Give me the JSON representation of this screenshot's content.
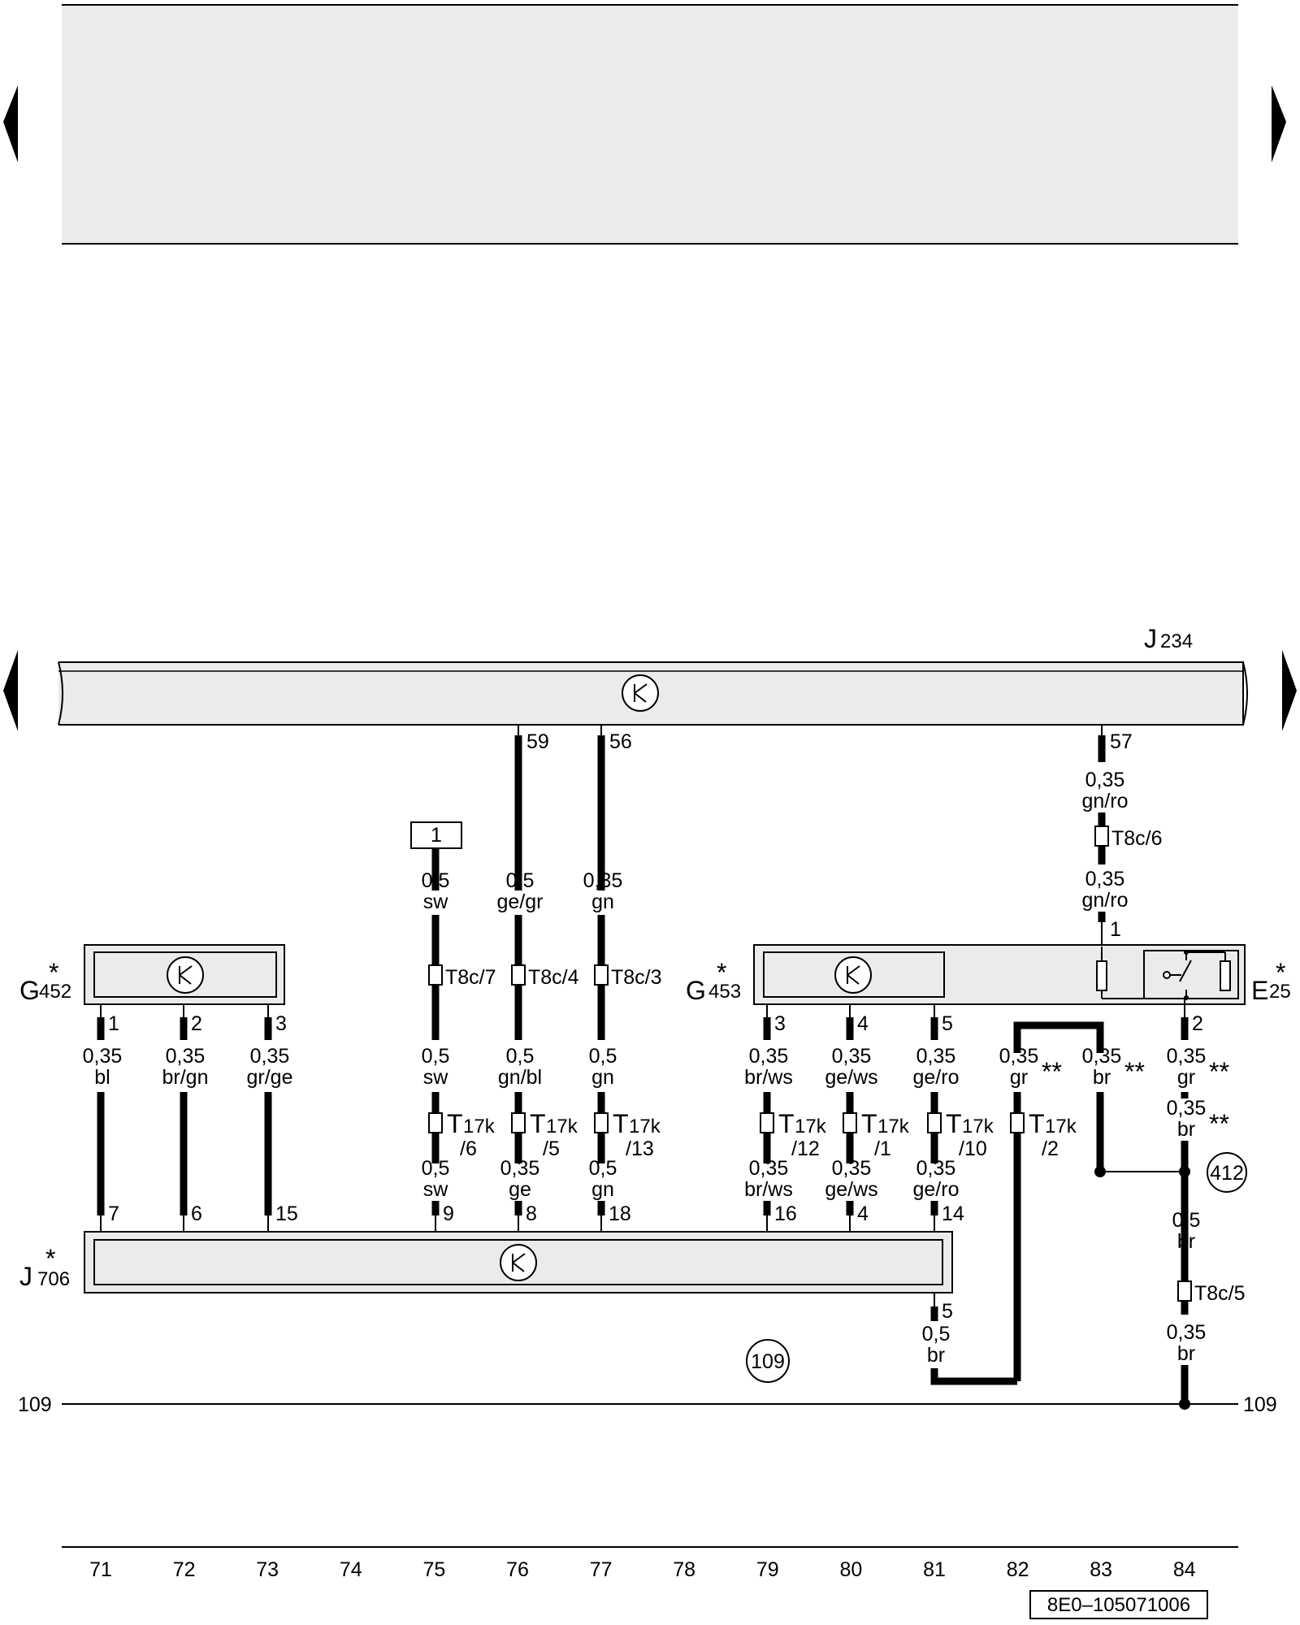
{
  "nav": {
    "prev_label": "previous page",
    "next_label": "next page"
  },
  "components": {
    "J234": {
      "letter": "J",
      "sub": "234"
    },
    "G452": {
      "letter": "G",
      "sub": "452",
      "star": "*"
    },
    "G453": {
      "letter": "G",
      "sub": "453",
      "star": "*"
    },
    "E25": {
      "letter": "E",
      "sub": "25",
      "star": "*"
    },
    "J706": {
      "letter": "J",
      "sub": "706",
      "star": "*"
    }
  },
  "pins_top": {
    "p59": "59",
    "p56": "56",
    "p57": "57"
  },
  "pins_g452": {
    "p1": "1",
    "p2": "2",
    "p3": "3"
  },
  "pins_g453": {
    "p3": "3",
    "p4": "4",
    "p5": "5"
  },
  "pins_e25": {
    "p1": "1",
    "p2": "2"
  },
  "pins_j706": {
    "p7": "7",
    "p6": "6",
    "p15": "15",
    "p9": "9",
    "p8": "8",
    "p18": "18",
    "p16": "16",
    "p4": "4",
    "p14": "14",
    "p5": "5"
  },
  "box_ref": "1",
  "wires": {
    "w75a": {
      "size": "0,5",
      "color": "sw"
    },
    "w76a": {
      "size": "0,5",
      "color": "ge/gr"
    },
    "w77a": {
      "size": "0,35",
      "color": "gn"
    },
    "w84a": {
      "size": "0,35",
      "color": "gn/ro"
    },
    "w84b": {
      "size": "0,35",
      "color": "gn/ro"
    },
    "w71": {
      "size": "0,35",
      "color": "bl"
    },
    "w72": {
      "size": "0,35",
      "color": "br/gn"
    },
    "w73": {
      "size": "0,35",
      "color": "gr/ge"
    },
    "w75b": {
      "size": "0,5",
      "color": "sw"
    },
    "w76b": {
      "size": "0,5",
      "color": "gn/bl"
    },
    "w77b": {
      "size": "0,5",
      "color": "gn"
    },
    "w75c": {
      "size": "0,5",
      "color": "sw"
    },
    "w76c": {
      "size": "0,35",
      "color": "ge"
    },
    "w77c": {
      "size": "0,5",
      "color": "gn"
    },
    "w79a": {
      "size": "0,35",
      "color": "br/ws"
    },
    "w80a": {
      "size": "0,35",
      "color": "ge/ws"
    },
    "w81a": {
      "size": "0,35",
      "color": "ge/ro"
    },
    "w79b": {
      "size": "0,35",
      "color": "br/ws"
    },
    "w80b": {
      "size": "0,35",
      "color": "ge/ws"
    },
    "w81b": {
      "size": "0,35",
      "color": "ge/ro"
    },
    "w82": {
      "size": "0,35",
      "color": "gr",
      "mark": "**"
    },
    "w83": {
      "size": "0,35",
      "color": "br",
      "mark": "**"
    },
    "w84c": {
      "size": "0,35",
      "color": "gr",
      "mark": "**"
    },
    "w84d": {
      "size": "0,35",
      "color": "br",
      "mark": "**"
    },
    "w84e": {
      "size": "0,5",
      "color": "br"
    },
    "w84f": {
      "size": "0,35",
      "color": "br"
    },
    "w81c": {
      "size": "0,5",
      "color": "br"
    }
  },
  "connectors": {
    "c75": "T8c/7",
    "c76": "T8c/4",
    "c77": "T8c/3",
    "c84a": "T8c/6",
    "c84b": "T8c/5",
    "k75": {
      "name": "T",
      "sub": "17k",
      "pin": "/6"
    },
    "k76": {
      "name": "T",
      "sub": "17k",
      "pin": "/5"
    },
    "k77": {
      "name": "T",
      "sub": "17k",
      "pin": "/13"
    },
    "k79": {
      "name": "T",
      "sub": "17k",
      "pin": "/12"
    },
    "k80": {
      "name": "T",
      "sub": "17k",
      "pin": "/1"
    },
    "k81": {
      "name": "T",
      "sub": "17k",
      "pin": "/10"
    },
    "k82": {
      "name": "T",
      "sub": "17k",
      "pin": "/2"
    }
  },
  "grounds": {
    "g412": "412",
    "g109": "109"
  },
  "bus": {
    "left": "109",
    "right": "109"
  },
  "tracks": [
    "71",
    "72",
    "73",
    "74",
    "75",
    "76",
    "77",
    "78",
    "79",
    "80",
    "81",
    "82",
    "83",
    "84"
  ],
  "doc_id": "8E0–105071006"
}
